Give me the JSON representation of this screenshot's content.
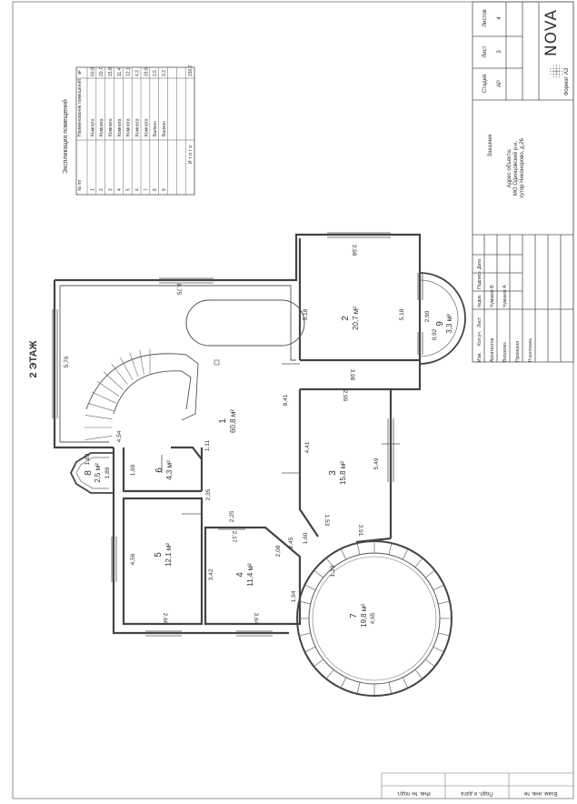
{
  "floor_label": "2 ЭТАЖ",
  "rooms": [
    {
      "number": "1",
      "area": "60,8 м²"
    },
    {
      "number": "2",
      "area": "20,7 м²"
    },
    {
      "number": "3",
      "area": "15,8 м²"
    },
    {
      "number": "4",
      "area": "11,4 м²"
    },
    {
      "number": "5",
      "area": "12,1 м²"
    },
    {
      "number": "6",
      "area": "4,3 м²"
    },
    {
      "number": "7",
      "area": "19,8 м²"
    },
    {
      "number": "8",
      "area": "2,5 м²"
    },
    {
      "number": "9",
      "area": "3,3 м²"
    }
  ],
  "dimensions": {
    "d575": "5,76",
    "d875": "8,75",
    "d454": "4,54",
    "d841": "8,41",
    "d111": "1,11",
    "d189a": "1,89",
    "d189b": "1,89",
    "d169": "1,69",
    "d235": "2,35",
    "d225": "2,25",
    "d456": "4,56",
    "d266": "2,66",
    "d342": "3,42",
    "d217": "2,17",
    "d364": "3,64",
    "d208": "2,08",
    "d194": "1,94",
    "d245": "2,45",
    "d160": "1,60",
    "d110": "1,10",
    "d465": "4,65",
    "d441": "4,41",
    "d549": "5,49",
    "d153": "1,53",
    "d391": "3,91",
    "d299": "2,99",
    "d518a": "5,18",
    "d518b": "5,18",
    "d398a": "3,98",
    "d398b": "3,98",
    "d290": "2,90",
    "d092": "0,92"
  },
  "explication": {
    "title": "Экспликация помещений",
    "headers": [
      "№ пп",
      "Наименование помещений",
      "м²"
    ],
    "rows": [
      {
        "num": "1",
        "name": "Комната",
        "area": "60,8"
      },
      {
        "num": "2",
        "name": "Комната",
        "area": "20,7"
      },
      {
        "num": "3",
        "name": "Комната",
        "area": "15,8"
      },
      {
        "num": "4",
        "name": "Комната",
        "area": "11,4"
      },
      {
        "num": "5",
        "name": "Комната",
        "area": "12,1"
      },
      {
        "num": "6",
        "name": "Комната",
        "area": "4,3"
      },
      {
        "num": "7",
        "name": "Комната",
        "area": "19,8"
      },
      {
        "num": "8",
        "name": "Балкон",
        "area": "2,5"
      },
      {
        "num": "9",
        "name": "Балкон",
        "area": "3,3"
      }
    ],
    "total_label": "И т о г о",
    "total": "150,7"
  },
  "title_block": {
    "customer": "Заказчик",
    "address_line1": "Адрес объекта:",
    "address_line2": "МО Одинцовский р-н,",
    "address_line3": "хутор Никонорово, д.26",
    "stage_header": "Стадия",
    "sheet_header": "Лист",
    "sheets_header": "Листов",
    "stage": "АР",
    "sheet": "3",
    "sheets": "4",
    "sig_headers": [
      "Изм.",
      "Кол.уч.",
      "Лист",
      "№док.",
      "Подпись",
      "Дата"
    ],
    "role1": "Архитектор",
    "name1": "Чумаков В.",
    "role2": "Визуализ.",
    "name2": "Чумаков А.",
    "role3": "Проверил",
    "role4": "Н.контроль",
    "logo": "NOVA",
    "format": "Формат А3"
  },
  "side_stamp": {
    "inv1": "Инв. № подл.",
    "sign": "Подп. и дата",
    "inv2": "Взам. инв. №"
  }
}
